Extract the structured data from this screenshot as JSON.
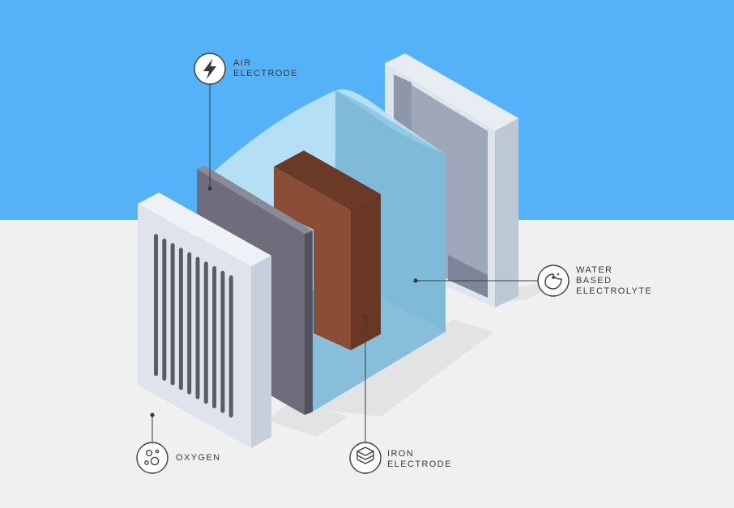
{
  "colors": {
    "sky": "#55b2f8",
    "floor": "#f0f0f0",
    "electrolyte": "#8cc7e2",
    "iron": "#7b4530",
    "air_electrode": "#6e6c7a",
    "frame": "#dfe4ec",
    "leader_line": "#3a3a3a"
  },
  "labels": {
    "air_electrode": {
      "line1": "AIR",
      "line2": "ELECTRODE",
      "icon": "lightning-bolt-icon"
    },
    "water_electrolyte": {
      "line1": "WATER",
      "line2": "BASED",
      "line3": "ELECTROLYTE",
      "icon": "water-drop-icon"
    },
    "oxygen": {
      "line1": "OXYGEN",
      "icon": "bubbles-icon"
    },
    "iron_electrode": {
      "line1": "IRON",
      "line2": "ELECTRODE",
      "icon": "stacked-layers-icon"
    }
  }
}
